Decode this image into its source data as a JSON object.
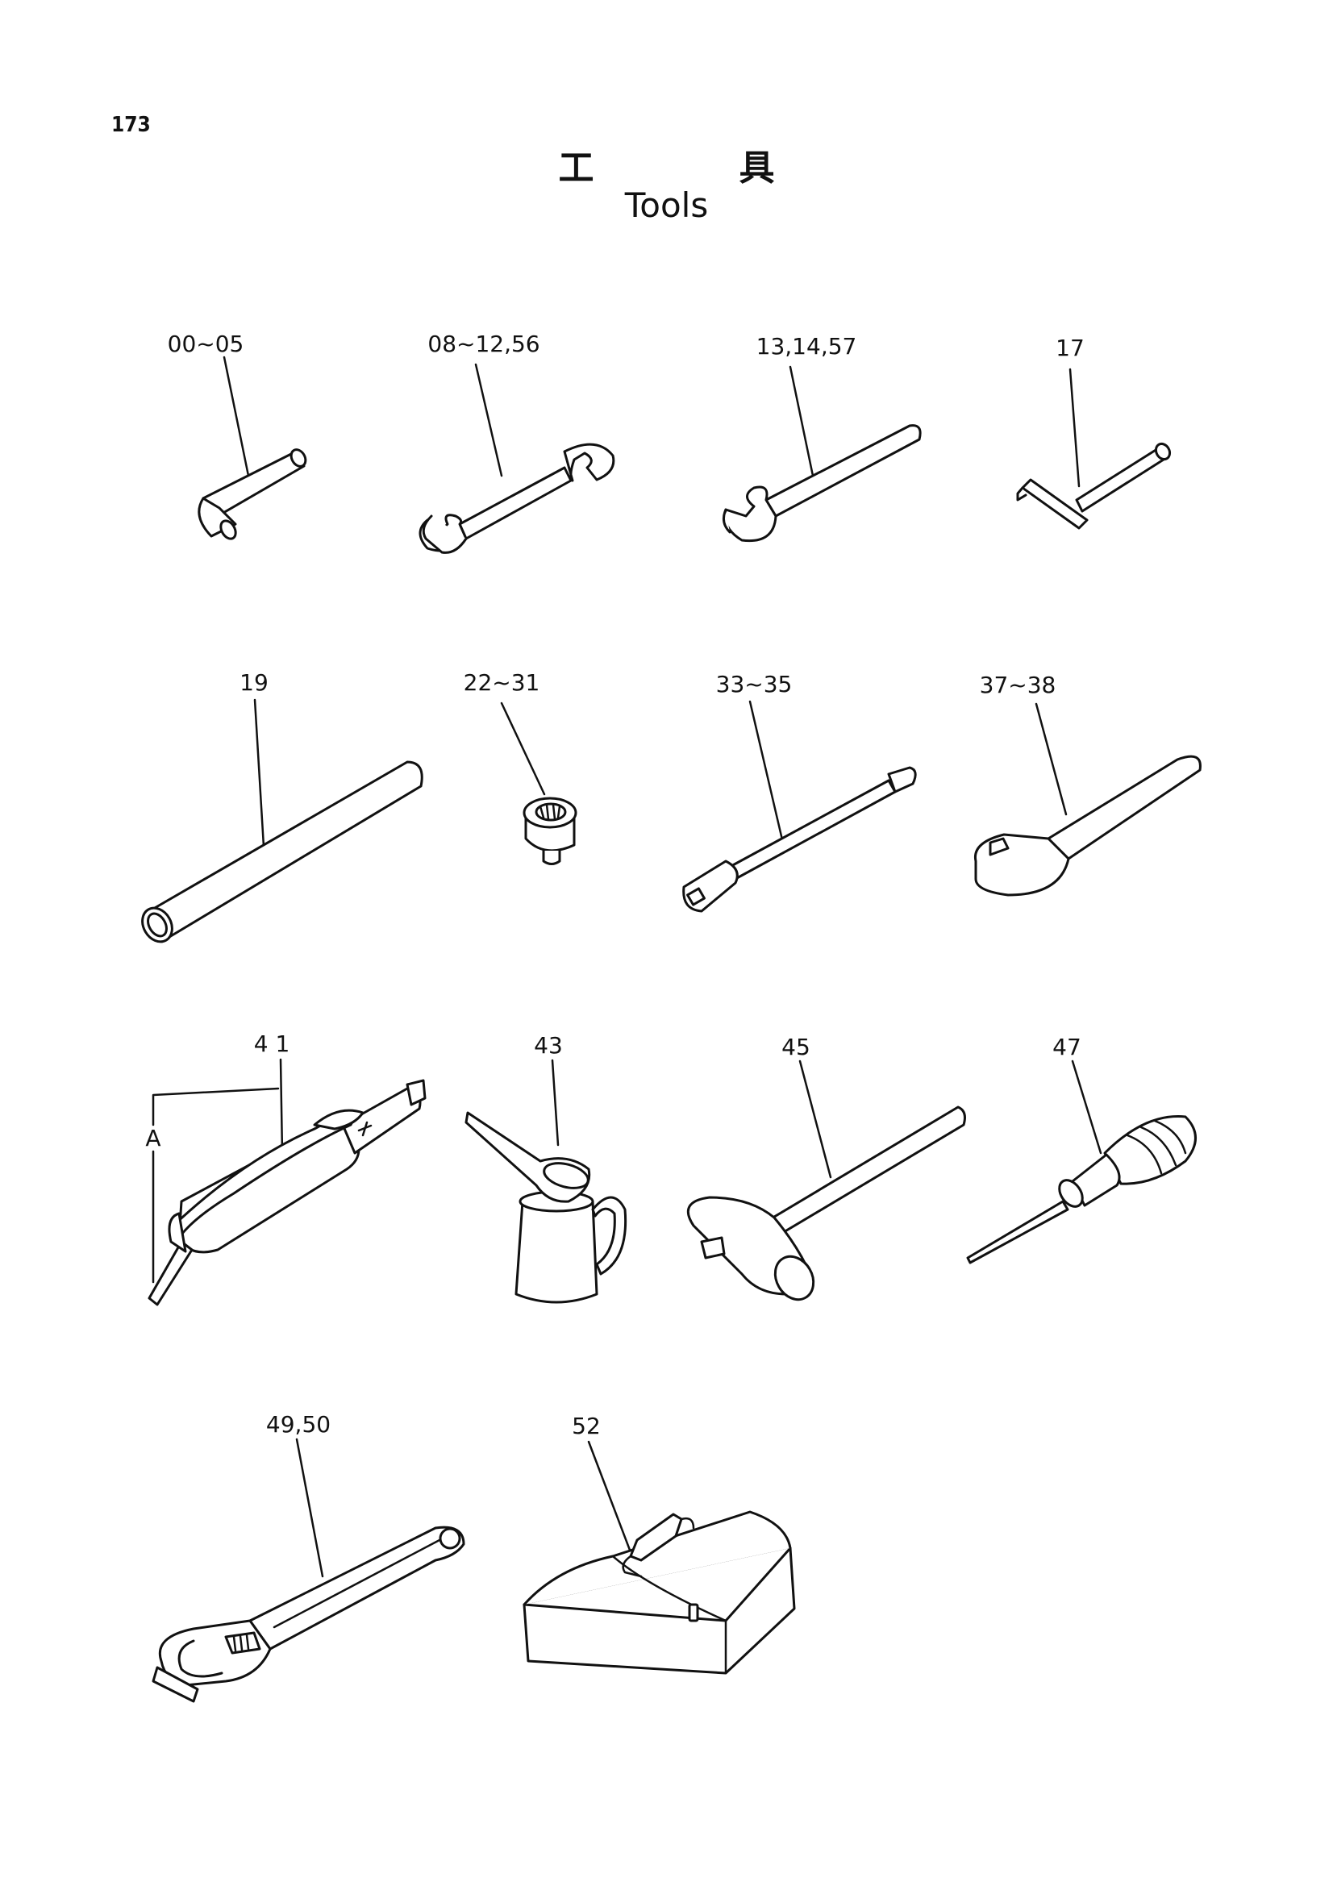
{
  "page_number": "173",
  "title_jp": "工具",
  "title_en": "Tools",
  "callouts": {
    "c1": "00~05",
    "c2": "08~12,56",
    "c3": "13,14,57",
    "c4": "17",
    "c5": "19",
    "c6": "22~31",
    "c7": "33~35",
    "c8": "37~38",
    "c9": "4 1",
    "c9a": "A",
    "c10": "43",
    "c11": "45",
    "c12": "47",
    "c13": "49,50",
    "c14": "52"
  }
}
